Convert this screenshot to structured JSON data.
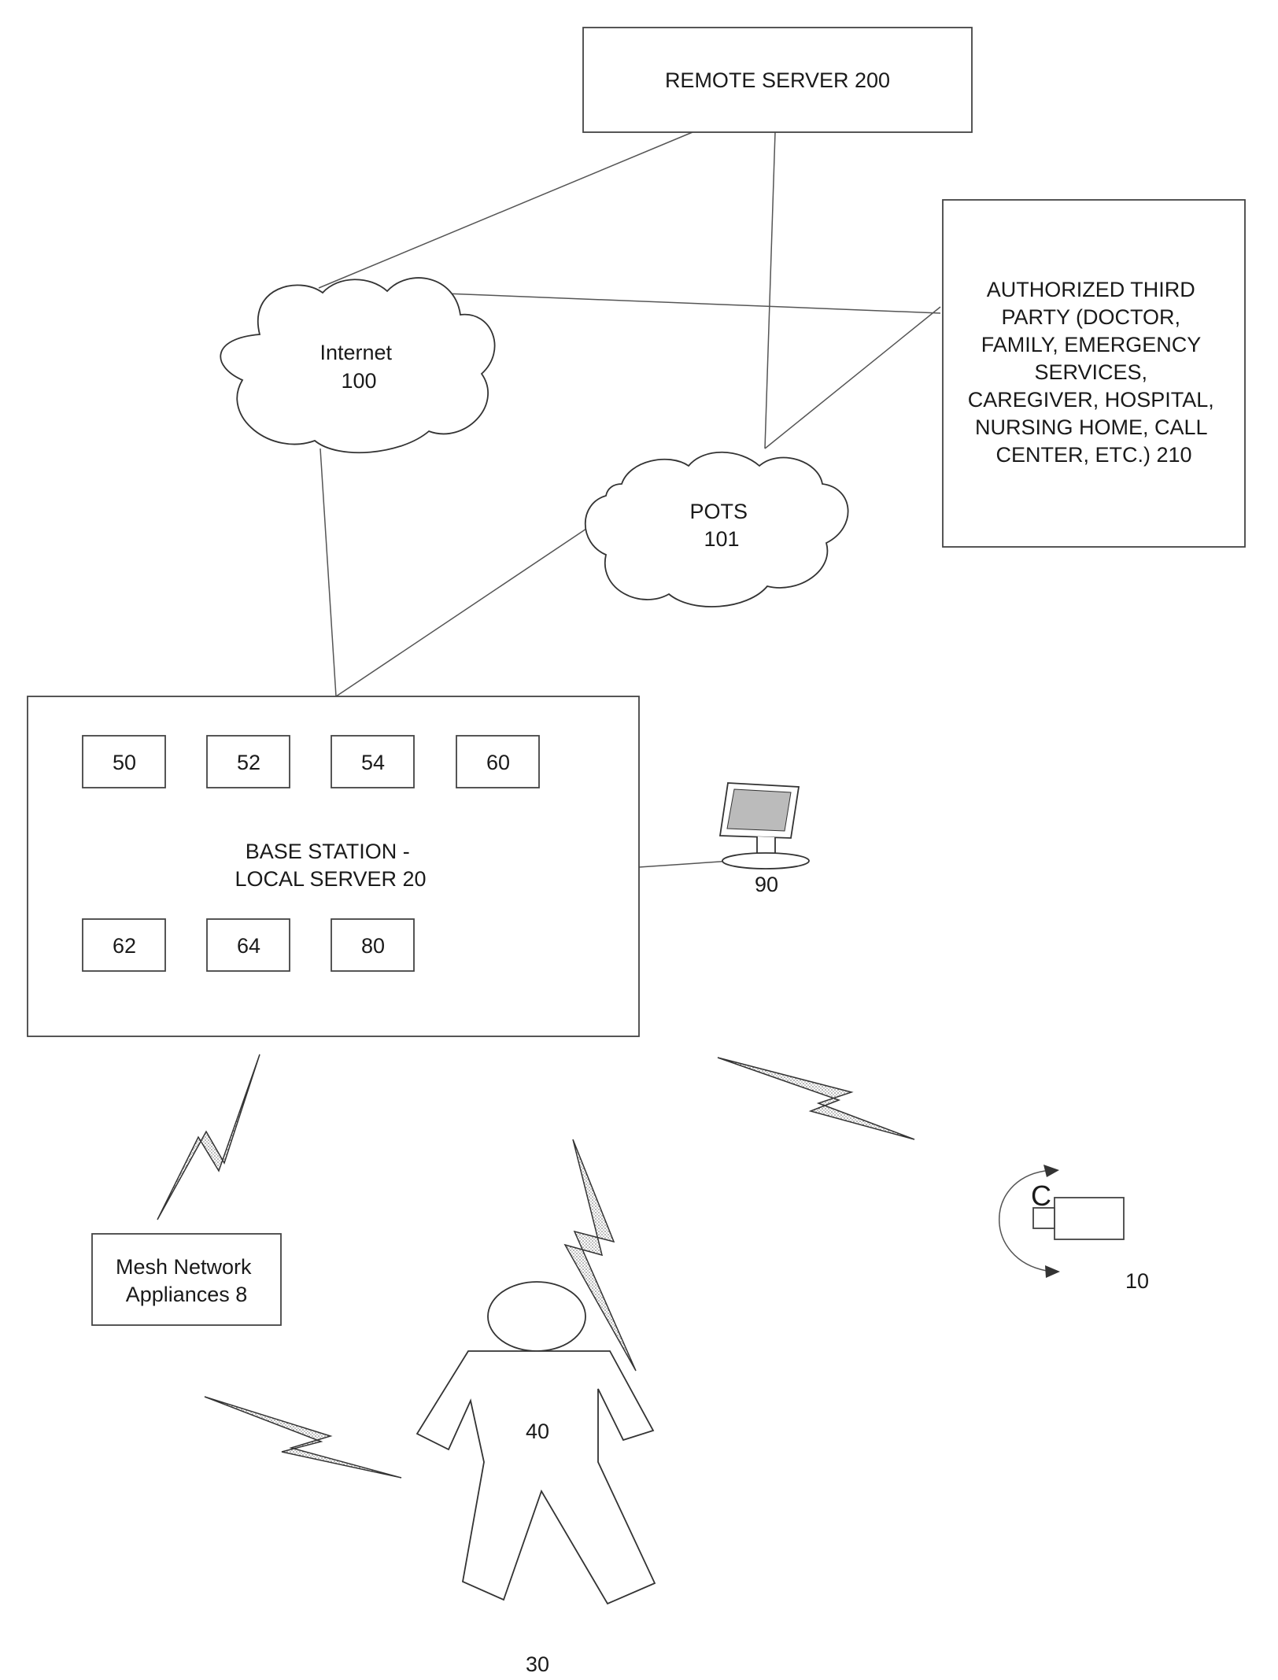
{
  "remote_server": {
    "label": "REMOTE SERVER 200"
  },
  "third_party": {
    "lines": [
      "AUTHORIZED THIRD",
      "PARTY (DOCTOR,",
      "FAMILY, EMERGENCY",
      "SERVICES,",
      "CAREGIVER, HOSPITAL,",
      "NURSING HOME, CALL",
      "CENTER, ETC.) 210"
    ]
  },
  "internet": {
    "line1": "Internet",
    "line2": "100"
  },
  "pots": {
    "line1": "POTS",
    "line2": "101"
  },
  "base_station": {
    "line1": "BASE STATION -",
    "line2": "LOCAL SERVER 20",
    "modules": [
      "50",
      "52",
      "54",
      "60",
      "62",
      "64",
      "80"
    ]
  },
  "monitor": {
    "label": "90"
  },
  "mesh": {
    "line1": "Mesh Network",
    "line2": "Appliances 8"
  },
  "camera": {
    "label": "10",
    "glyph": "C"
  },
  "person": {
    "body_label": "40",
    "label": "30"
  }
}
